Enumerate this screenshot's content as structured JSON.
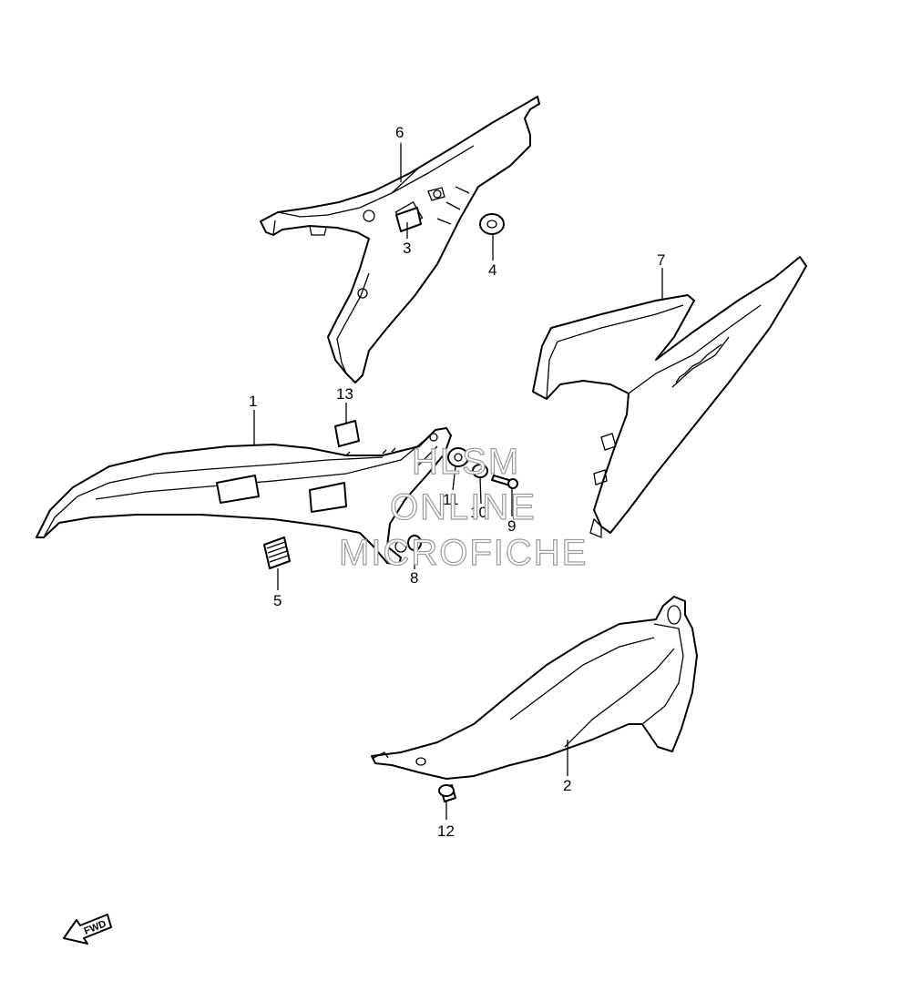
{
  "callouts": {
    "c1": "1",
    "c2": "2",
    "c3": "3",
    "c4": "4",
    "c5": "5",
    "c6": "6",
    "c7": "7",
    "c8": "8",
    "c9": "9",
    "c10": "10",
    "c11": "11",
    "c12": "12",
    "c13": "13"
  },
  "watermark": {
    "line1": "HLSM",
    "line2": "ONLINE",
    "line3": "MICROFICHE"
  },
  "direction": {
    "label": "FWD"
  }
}
